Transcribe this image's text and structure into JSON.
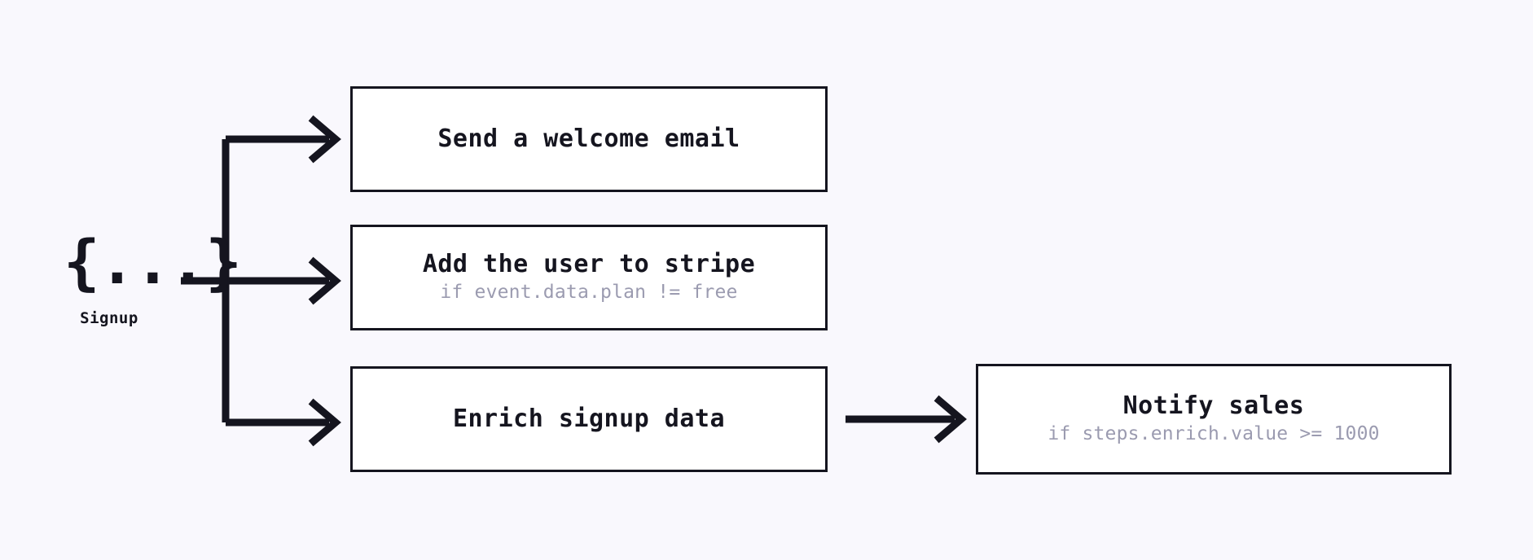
{
  "diagram": {
    "type": "workflow-fan-out",
    "background_color": "#f9f8fd",
    "line_color": "#15151f",
    "box_fill": "#ffffff",
    "box_border_color": "#15151f",
    "subtitle_color": "#9b9bb0",
    "trigger": {
      "glyph": "{...}",
      "glyph_name": "json-braces-icon",
      "label": "Signup"
    },
    "steps": [
      {
        "id": "welcome-email",
        "title": "Send a welcome email",
        "subtitle": ""
      },
      {
        "id": "add-to-stripe",
        "title": "Add the user to stripe",
        "subtitle": "if event.data.plan != free"
      },
      {
        "id": "enrich-signup-data",
        "title": "Enrich signup data",
        "subtitle": ""
      },
      {
        "id": "notify-sales",
        "title": "Notify sales",
        "subtitle": "if steps.enrich.value >= 1000"
      }
    ],
    "edges": [
      {
        "from": "trigger",
        "to": "welcome-email"
      },
      {
        "from": "trigger",
        "to": "add-to-stripe"
      },
      {
        "from": "trigger",
        "to": "enrich-signup-data"
      },
      {
        "from": "enrich-signup-data",
        "to": "notify-sales"
      }
    ]
  }
}
